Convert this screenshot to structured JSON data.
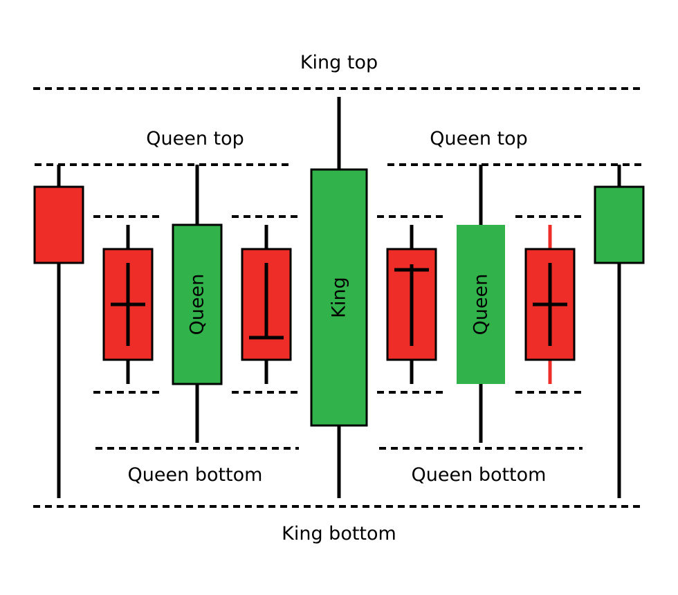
{
  "labels": {
    "king_top": "King top",
    "king_bottom": "King bottom",
    "queen_top_left": "Queen top",
    "queen_top_right": "Queen top",
    "queen_bottom_left": "Queen bottom",
    "queen_bottom_right": "Queen bottom"
  },
  "candles": {
    "king": "King",
    "queen_left": "Queen",
    "queen_right": "Queen"
  },
  "colors": {
    "bearish": "#ee2d28",
    "bullish": "#31b24a",
    "line": "#000000"
  }
}
